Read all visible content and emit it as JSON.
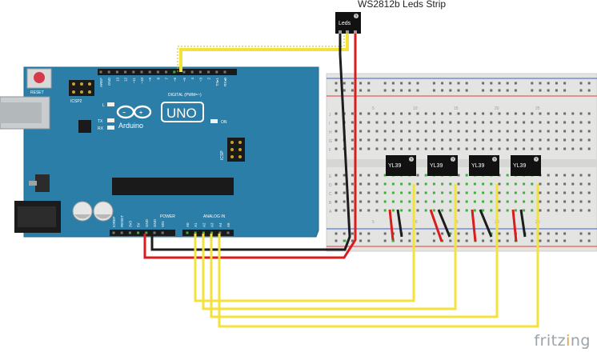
{
  "title": "WS2812b Leds Strip",
  "led_strip": {
    "label": "Leds"
  },
  "arduino": {
    "reset_label": "RESET",
    "icsp2_label": "ICSP2",
    "icsp_label": "ICSP",
    "l_label": "L",
    "tx_label": "TX",
    "rx_label": "RX",
    "on_label": "ON",
    "brand": "Arduino",
    "model": "UNO",
    "digital_label": "DIGITAL (PWM=~)",
    "power_label": "POWER",
    "analog_label": "ANALOG IN",
    "digital_pins": [
      "AREF",
      "GND",
      "13",
      "12",
      "~11",
      "~10",
      "~9",
      "8",
      "7",
      "~6",
      "~5",
      "4",
      "~3",
      "2",
      "TX▸1",
      "RX◂0"
    ],
    "power_pins": [
      "IOREF",
      "RESET",
      "3V3",
      "5V",
      "GND",
      "GND",
      "VIN"
    ],
    "analog_pins": [
      "A0",
      "A1",
      "A2",
      "A3",
      "A4",
      "A5"
    ]
  },
  "sensors": [
    {
      "label": "YL39"
    },
    {
      "label": "YL39"
    },
    {
      "label": "YL39"
    },
    {
      "label": "YL39"
    }
  ],
  "breadboard": {
    "column_numbers": [
      "5",
      "10",
      "15",
      "20",
      "25"
    ],
    "row_letters_top": [
      "J",
      "I",
      "H",
      "G",
      "F"
    ],
    "row_letters_bottom": [
      "E",
      "D",
      "C",
      "B",
      "A"
    ]
  },
  "footer": {
    "brand_prefix": "fritz",
    "brand_suffix": "ng"
  },
  "colors": {
    "board": "#2a7ea8",
    "breadboard": "#e4e4e2",
    "wire_yellow": "#f4e23c",
    "wire_red": "#d91c1c",
    "wire_black": "#1d1d1d",
    "rail_red": "#e23b3b",
    "rail_blue": "#3c5fc9",
    "hole_green": "#3bb23b"
  }
}
